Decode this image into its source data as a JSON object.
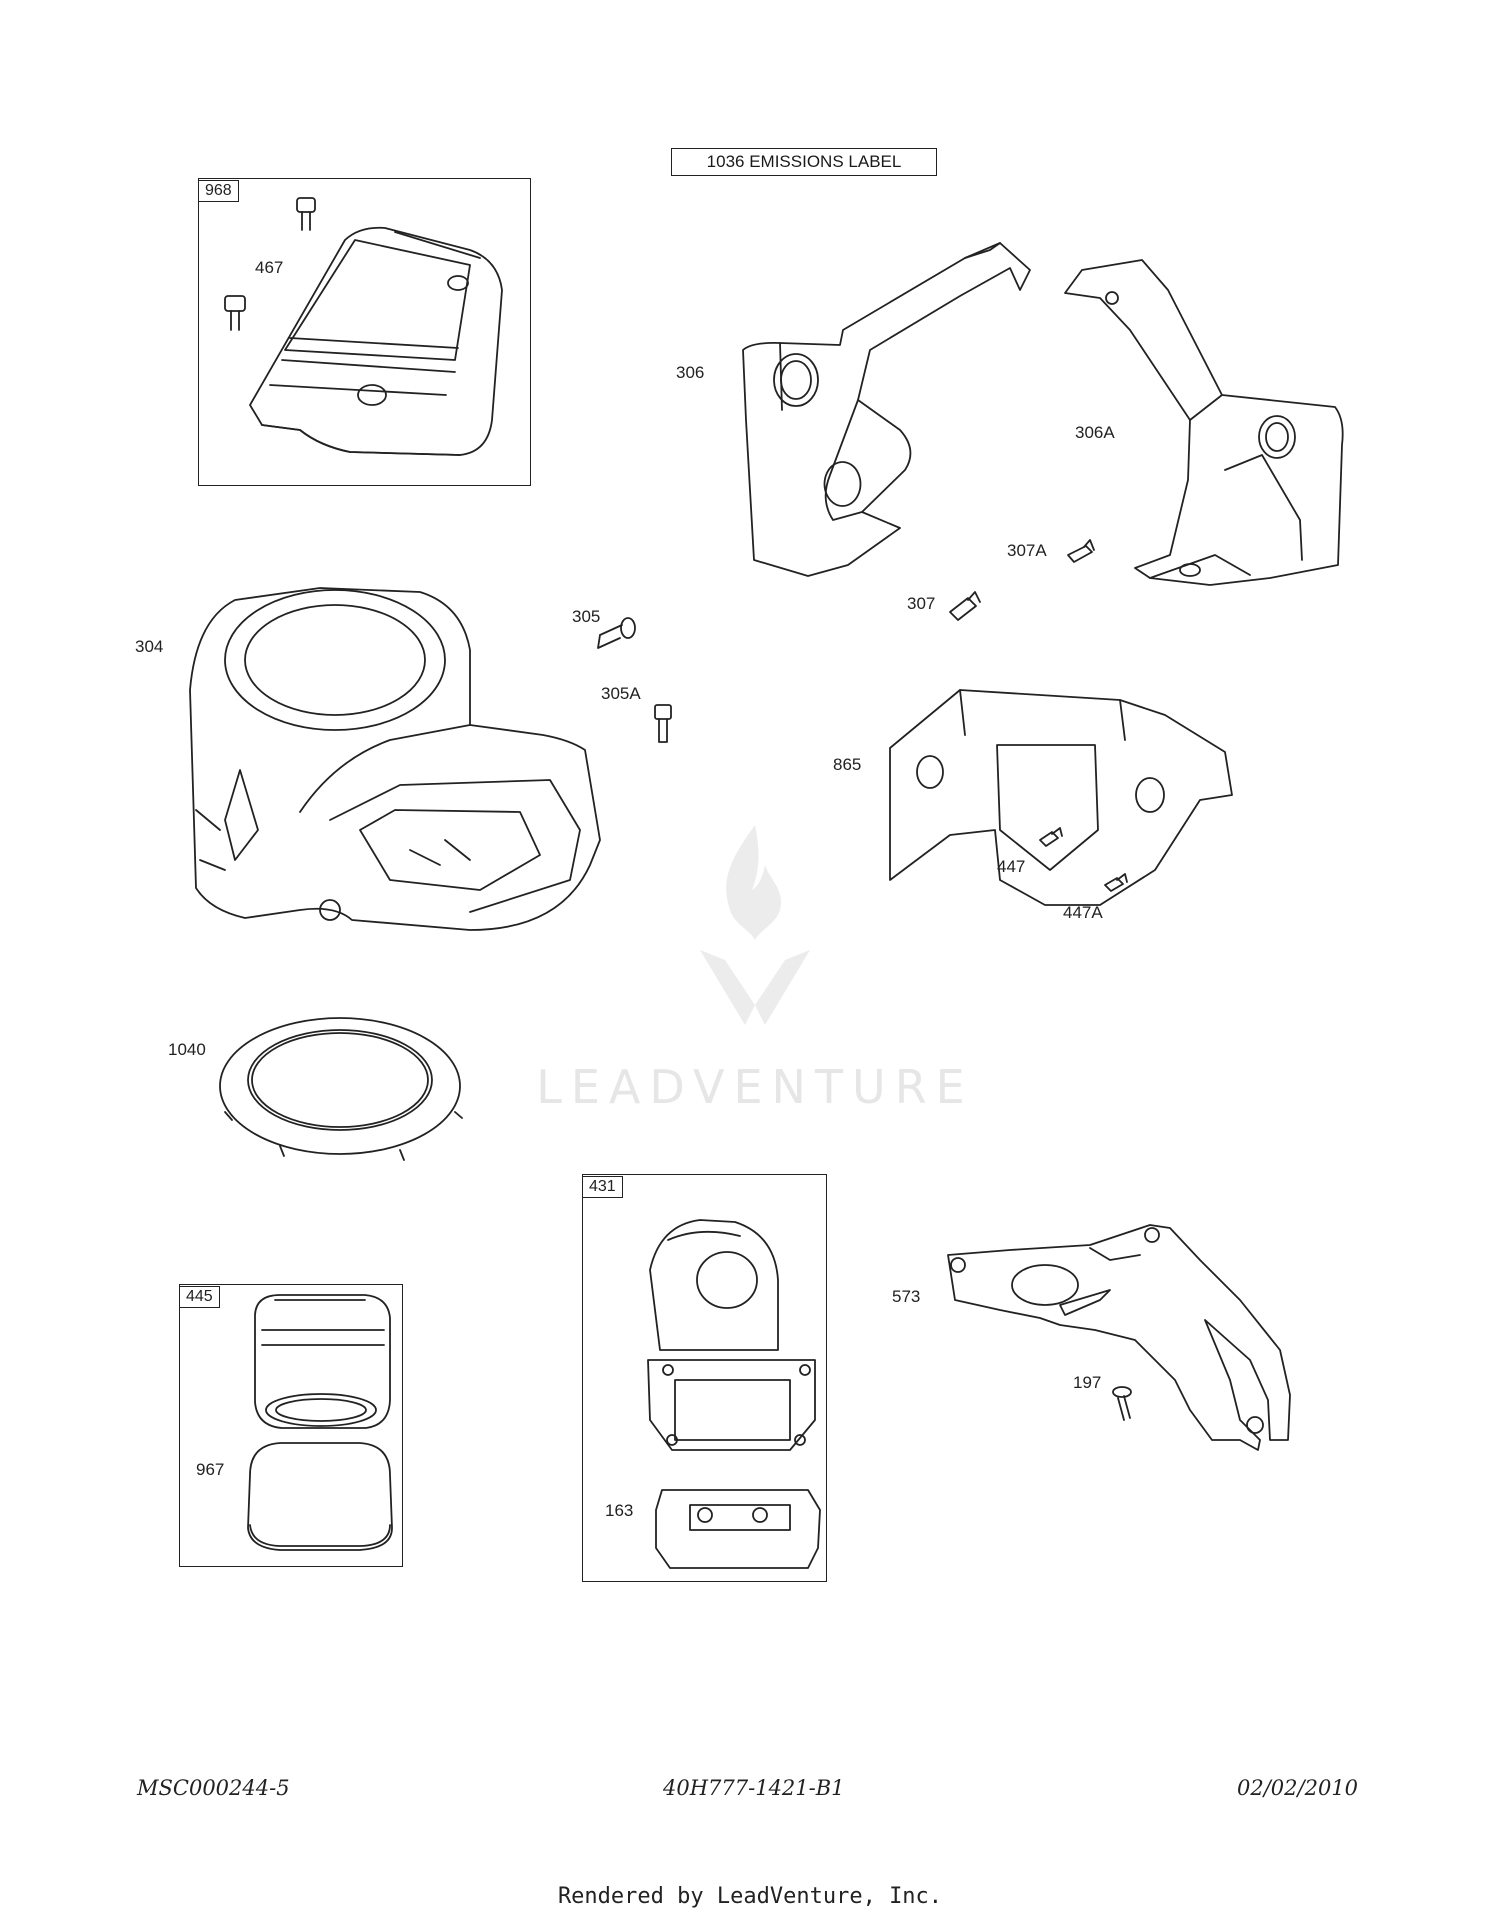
{
  "header": {
    "emissions_label": "1036 EMISSIONS LABEL"
  },
  "kits": [
    {
      "id": "968"
    },
    {
      "id": "445"
    },
    {
      "id": "431"
    }
  ],
  "callouts": {
    "c467": "467",
    "c306": "306",
    "c306a": "306A",
    "c307a": "307A",
    "c307": "307",
    "c304": "304",
    "c305": "305",
    "c305a": "305A",
    "c865": "865",
    "c447": "447",
    "c447a": "447A",
    "c1040": "1040",
    "c573": "573",
    "c197": "197",
    "c967": "967",
    "c163": "163"
  },
  "watermark": {
    "brand": "LEADVENTURE",
    "logo_icon": "flame-v-logo-icon",
    "color": "#e6e6e6"
  },
  "footer": {
    "left_code": "MSC000244-5",
    "center_code": "40H777-1421-B1",
    "date": "02/02/2010",
    "rendered_by": "Rendered by LeadVenture, Inc."
  },
  "colors": {
    "line": "#222222",
    "background": "#ffffff"
  }
}
